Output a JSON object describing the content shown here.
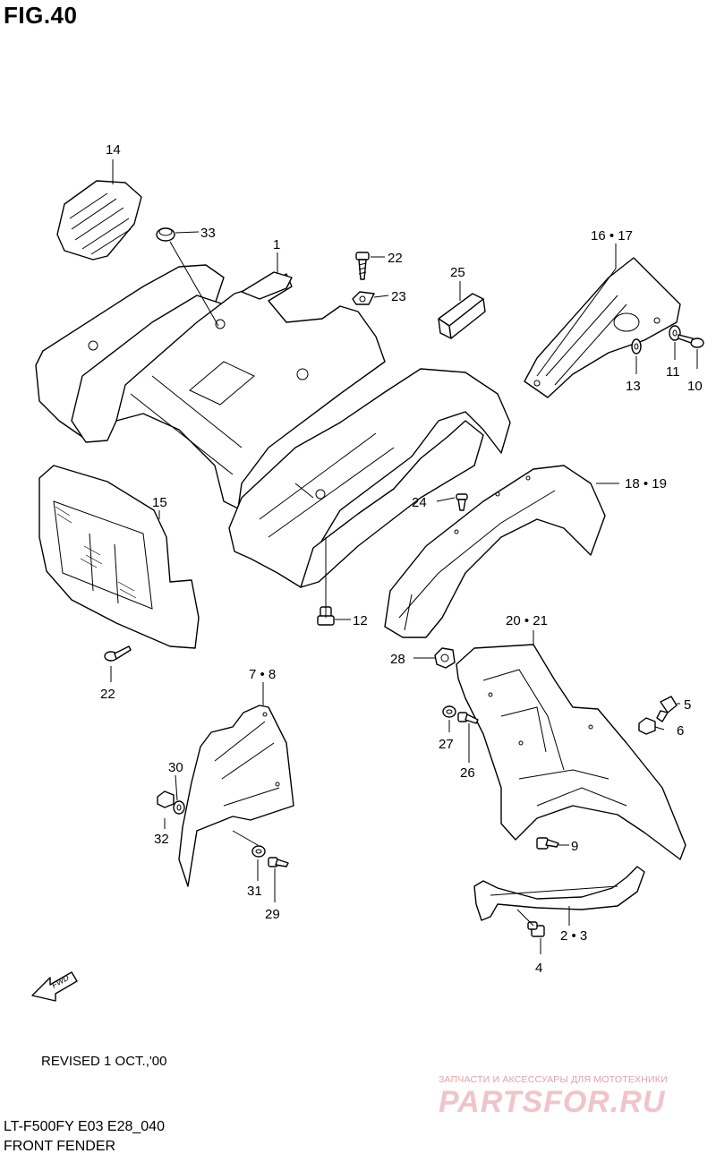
{
  "figure": {
    "title": "FIG.40"
  },
  "footer": {
    "revised": "REVISED 1 OCT.,'00",
    "model": "LT-F500FY E03 E28_040",
    "name": "FRONT FENDER"
  },
  "direction_marker": {
    "text": "FWD",
    "icon": "arrow-fwd-icon"
  },
  "watermark": {
    "tagline": "ЗАПЧАСТИ И АКСЕССУАРЫ ДЛЯ МОТОТЕХНИКИ",
    "logo_text": "PARTSFOR.RU",
    "color": "#e8a0a8"
  },
  "callouts": {
    "c1": "1",
    "c2_3": "2 • 3",
    "c4": "4",
    "c5": "5",
    "c6": "6",
    "c7_8": "7 • 8",
    "c9": "9",
    "c10": "10",
    "c11": "11",
    "c12": "12",
    "c13": "13",
    "c14": "14",
    "c15": "15",
    "c16_17": "16 • 17",
    "c18_19": "18 • 19",
    "c20_21": "20 • 21",
    "c22a": "22",
    "c22b": "22",
    "c23": "23",
    "c24": "24",
    "c25": "25",
    "c26": "26",
    "c27": "27",
    "c28": "28",
    "c29": "29",
    "c30": "30",
    "c31": "31",
    "c32": "32",
    "c33": "33"
  }
}
